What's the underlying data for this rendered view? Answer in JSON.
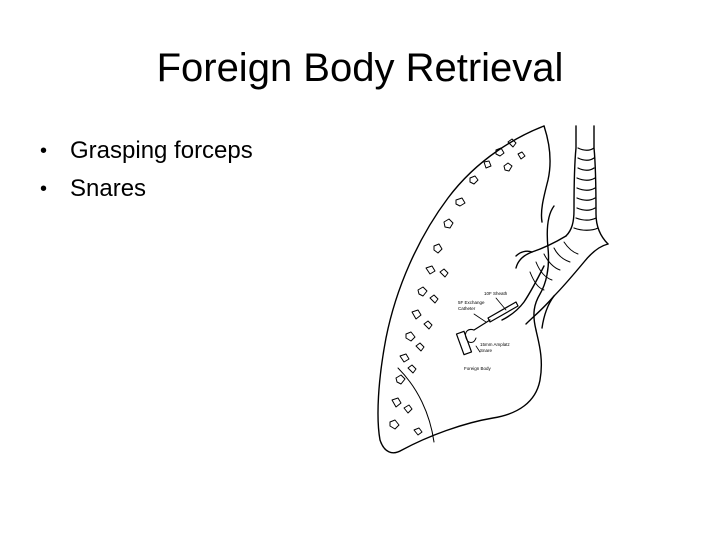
{
  "slide": {
    "title": "Foreign Body Retrieval",
    "bullets": [
      "Grasping forceps",
      "Snares"
    ],
    "bullet_symbol": "•"
  },
  "figure": {
    "description_icon": "lung-bronchus-illustration",
    "labels": {
      "sheath": "10F Sheath",
      "catheter_line1": "5F Exchange",
      "catheter_line2": "Catheter",
      "snare_line1": "15mm Amplatz",
      "snare_line2": "Snare",
      "foreign_body": "Foreign Body"
    }
  }
}
